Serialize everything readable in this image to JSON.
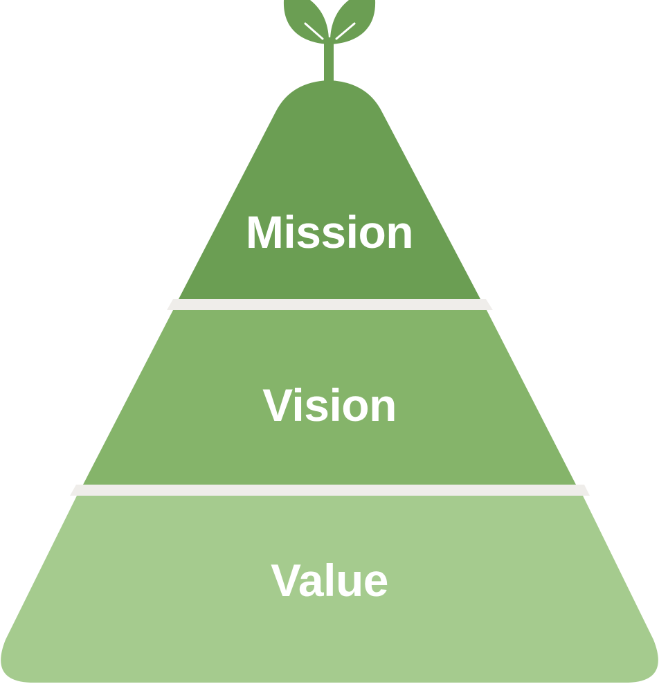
{
  "diagram": {
    "tiers": [
      {
        "label": "Mission",
        "color": "#6b9e53"
      },
      {
        "label": "Vision",
        "color": "#85b46a"
      },
      {
        "label": "Value",
        "color": "#a5cb8e"
      }
    ],
    "separator_color": "#efedea",
    "sprout_icon": "sprout-icon"
  }
}
